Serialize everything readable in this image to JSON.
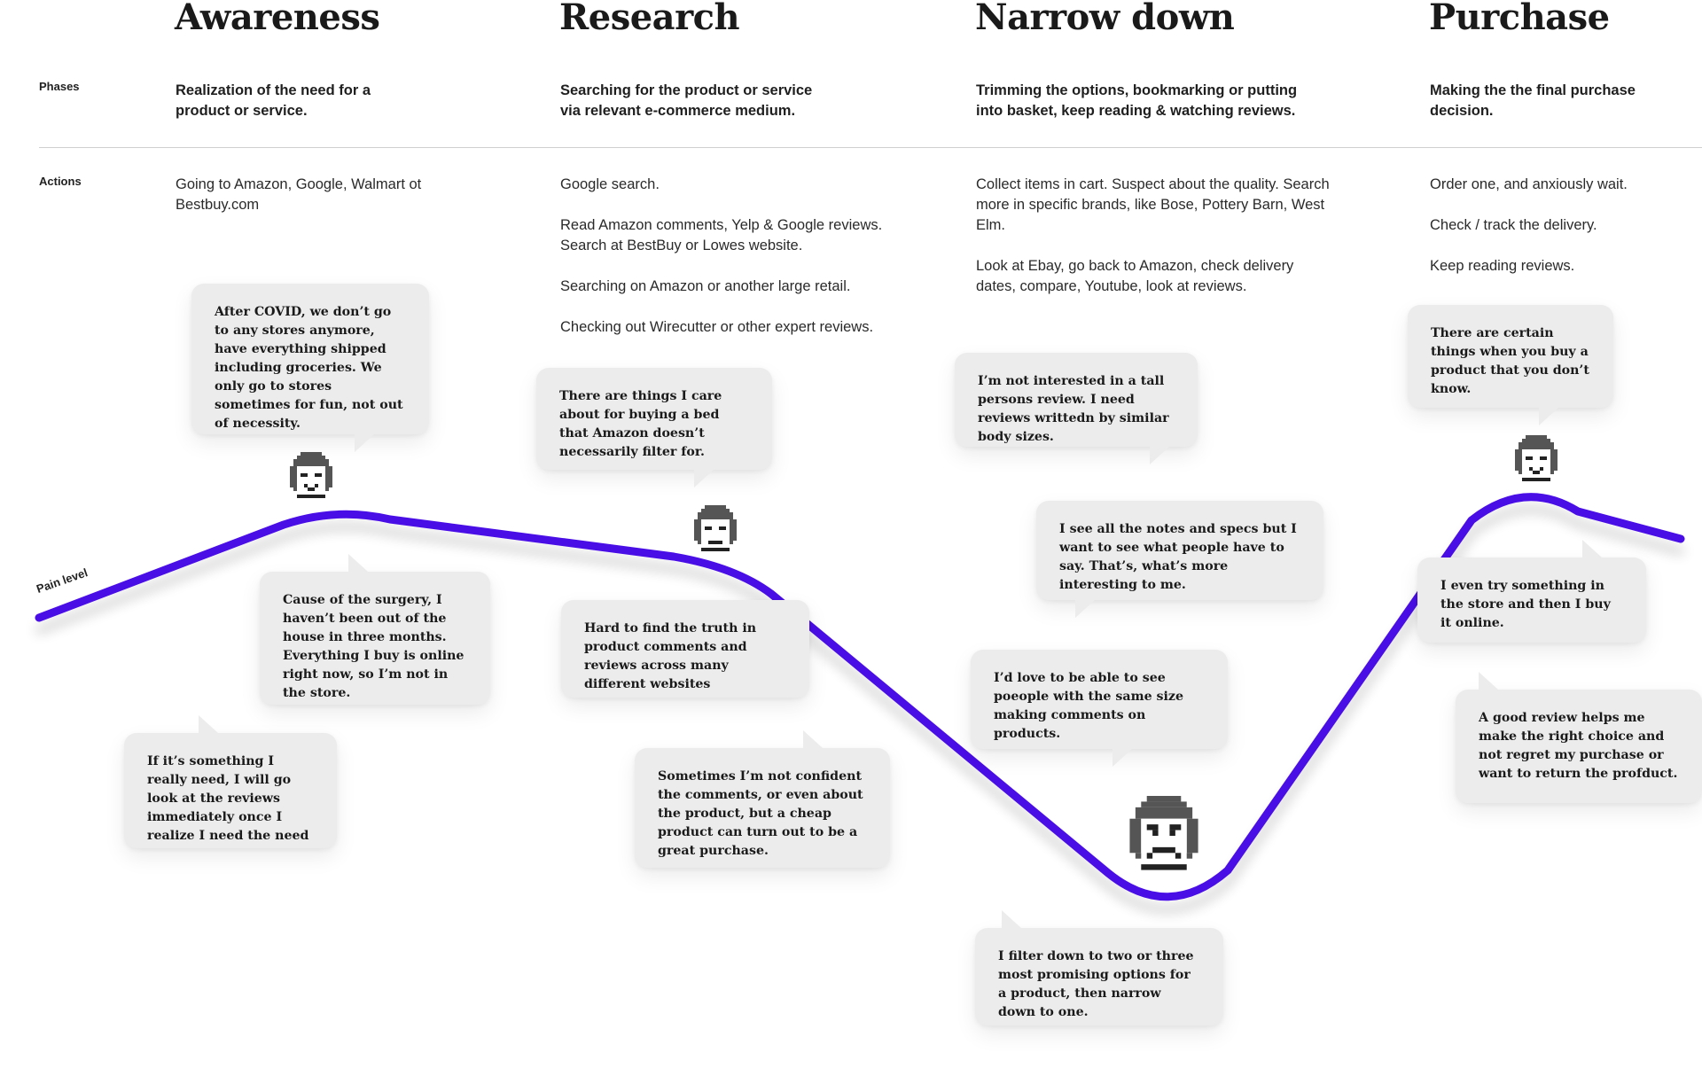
{
  "rows": {
    "phases_label": "Phases",
    "actions_label": "Actions",
    "pain_label": "Pain level"
  },
  "phases": [
    {
      "title": "Awareness",
      "description": "Realization of the need for a product or service.",
      "actions": [
        "Going to Amazon, Google, Walmart ot Bestbuy.com"
      ]
    },
    {
      "title": "Research",
      "description": "Searching for the product or service via relevant e-commerce medium.",
      "actions": [
        "Google search.",
        "Read Amazon comments, Yelp & Google reviews. Search at BestBuy or Lowes website.",
        "Searching on Amazon or another large retail.",
        "Checking out Wirecutter or other expert reviews."
      ]
    },
    {
      "title": "Narrow down",
      "description": "Trimming the options, bookmarking or putting into basket, keep reading & watching reviews.",
      "actions": [
        "Collect items in cart. Suspect about the quality. Search more in specific brands, like Bose, Pottery Barn, West Elm.",
        "Look at Ebay, go back to Amazon, check delivery dates, compare, Youtube, look at reviews."
      ]
    },
    {
      "title": "Purchase",
      "description": "Making the the final purchase decision.",
      "actions": [
        "Order one, and anxiously wait.",
        "Check / track the delivery.",
        "Keep reading reviews."
      ]
    }
  ],
  "quotes": [
    "After COVID, we don’t go to any stores anymore, have everything shipped including groceries. We only go to stores sometimes for fun, not out of necessity.",
    "Cause of the surgery, I haven’t been out of the house in three months. Everything I buy is online right now, so I’m not in the store.",
    "If it’s something I really need, I will go look at the reviews immediately once I realize I need the need",
    "There are things I care about for buying a bed that Amazon doesn’t necessarily filter for.",
    "Hard to find the truth in product comments and reviews across many different websites",
    "Sometimes I’m not confident the comments, or even about the product, but a cheap product can turn out to be a great purchase.",
    "I’m not interested in a tall persons review. I need reviews writtedn by similar body sizes.",
    "I see all the notes and specs but I want to see what people have to say. That’s, what’s more interesting to me.",
    "I’d love to be able to see poeople with the same size making comments on products.",
    "I filter down to two or three most promising options for a product, then narrow down to one.",
    "There are certain things when you buy a product that you don’t know.",
    "I even try something in the store and then I buy it online.",
    "A good review helps me make the right choice and not regret my purchase or want to return the profduct."
  ],
  "colors": {
    "curve": "#4a0ee6",
    "bubble": "#ececec",
    "text": "#1a1a1a"
  },
  "icons": {
    "face": "pixel-face-icon"
  }
}
